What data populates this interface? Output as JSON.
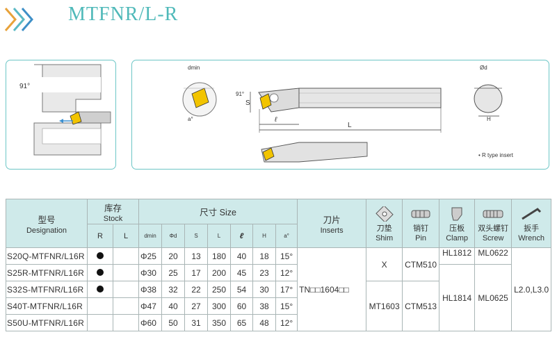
{
  "header": {
    "title": "MTFNR/L-R"
  },
  "diagram": {
    "angle_left": "91°",
    "angle_right": "91°",
    "dmin": "dmin",
    "s": "S",
    "l_small": "ℓ",
    "l_big": "L",
    "a": "a°",
    "od": "Ød",
    "h": "H",
    "note": "• R type insert"
  },
  "table": {
    "headers": {
      "model": "型号",
      "designation": "Designation",
      "stock_cn": "库存",
      "stock_en": "Stock",
      "r": "R",
      "l": "L",
      "size": "尺寸 Size",
      "dmin": "dmin",
      "phid": "Φd",
      "s": "S",
      "L": "L",
      "ell": "ℓ",
      "h": "H",
      "a": "a°",
      "insert_cn": "刀片",
      "insert_en": "Inserts",
      "shim_cn": "刀垫",
      "shim_en": "Shim",
      "pin_cn": "销钉",
      "pin_en": "Pin",
      "clamp_cn": "压板",
      "clamp_en": "Clamp",
      "screw_cn": "双头螺钉",
      "screw_en": "Screw",
      "wrench_cn": "扳手",
      "wrench_en": "Wrench"
    },
    "rows": [
      {
        "designation": "S20Q-MTFNR/L16R",
        "stock_r": true,
        "stock_l": false,
        "dmin": "Φ25",
        "d": "20",
        "s": "13",
        "L": "180",
        "ell": "40",
        "h": "18",
        "a": "15°"
      },
      {
        "designation": "S25R-MTFNR/L16R",
        "stock_r": true,
        "stock_l": false,
        "dmin": "Φ30",
        "d": "25",
        "s": "17",
        "L": "200",
        "ell": "45",
        "h": "23",
        "a": "12°"
      },
      {
        "designation": "S32S-MTFNR/L16R",
        "stock_r": true,
        "stock_l": false,
        "dmin": "Φ38",
        "d": "32",
        "s": "22",
        "L": "250",
        "ell": "54",
        "h": "30",
        "a": "17°"
      },
      {
        "designation": "S40T-MTFNR/L16R",
        "stock_r": false,
        "stock_l": false,
        "dmin": "Φ47",
        "d": "40",
        "s": "27",
        "L": "300",
        "ell": "60",
        "h": "38",
        "a": "15°"
      },
      {
        "designation": "S50U-MTFNR/L16R",
        "stock_r": false,
        "stock_l": false,
        "dmin": "Φ60",
        "d": "50",
        "s": "31",
        "L": "350",
        "ell": "65",
        "h": "48",
        "a": "12°"
      }
    ],
    "insert": "TN□□1604□□",
    "shim_group1": "X",
    "shim_group2": "MT1603",
    "pin_group1": "CTM510",
    "pin_group2": "CTM513",
    "clamp_group1": "HL1812",
    "clamp_group2": "HL1814",
    "screw_group1": "ML0622",
    "screw_group2": "ML0625",
    "wrench": "L2.0,L3.0"
  }
}
